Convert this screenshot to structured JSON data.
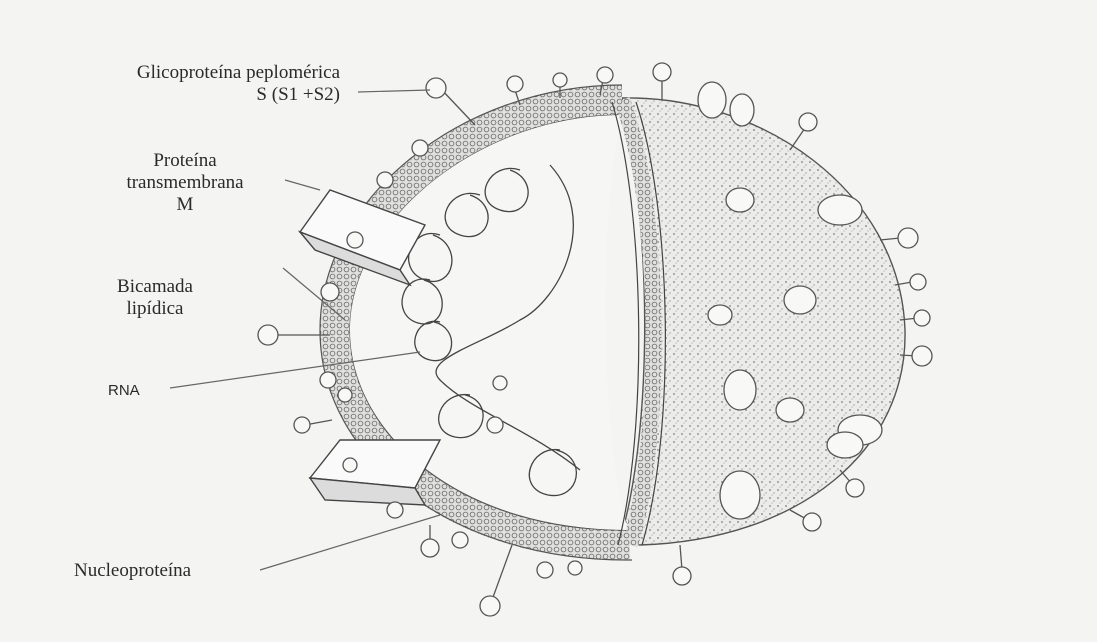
{
  "labels": {
    "spike": {
      "line1": "Glicoproteína peplomérica",
      "line2": "S (S1 +S2)"
    },
    "membrane_protein": {
      "line1": "Proteína",
      "line2": "transmembrana",
      "line3": "M"
    },
    "bilayer": {
      "line1": "Bicamada",
      "line2": "lipídica"
    },
    "rna": {
      "text": "RNA"
    },
    "nucleoprotein": {
      "text": "Nucleoproteína"
    }
  },
  "colors": {
    "ink": "#3a3a3a",
    "background": "#f4f4f2",
    "membrane": "#8a8a8a"
  }
}
